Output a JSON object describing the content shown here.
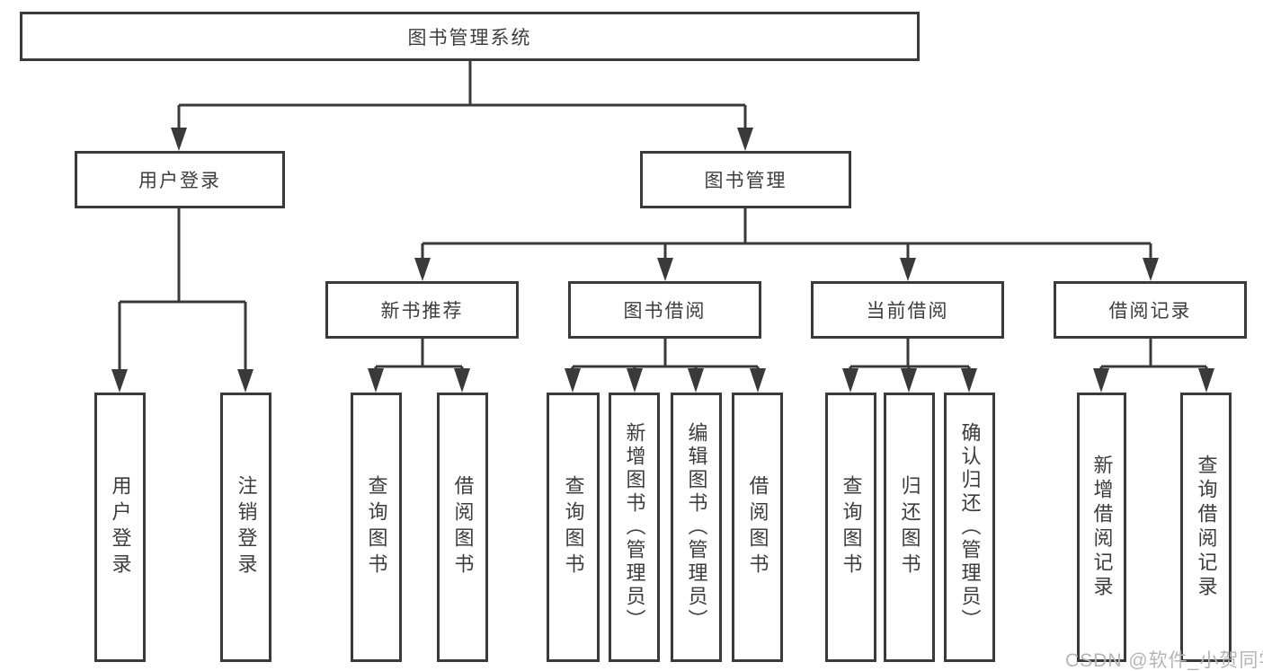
{
  "diagram": {
    "root": {
      "label": "图书管理系统"
    },
    "level2": [
      {
        "label": "用户登录"
      },
      {
        "label": "图书管理"
      }
    ],
    "level3": [
      {
        "label": "新书推荐"
      },
      {
        "label": "图书借阅"
      },
      {
        "label": "当前借阅"
      },
      {
        "label": "借阅记录"
      }
    ],
    "leaves": {
      "user_login": [
        "用户登录",
        "注销登录"
      ],
      "new_books": [
        "查询图书",
        "借阅图书"
      ],
      "book_borrow": [
        "查询图书",
        "新增图书（管理员）",
        "编辑图书（管理员）",
        "借阅图书"
      ],
      "current_borrow": [
        "查询图书",
        "归还图书",
        "确认归还（管理员）"
      ],
      "borrow_records": [
        "新增借阅记录",
        "查询借阅记录"
      ]
    }
  },
  "watermark": {
    "text": "CSDN @软件_小贺同学",
    "color": "#b5b5b5"
  },
  "colors": {
    "line": "#3a3a3a",
    "text": "#3d3d3d",
    "background": "#ffffff"
  }
}
